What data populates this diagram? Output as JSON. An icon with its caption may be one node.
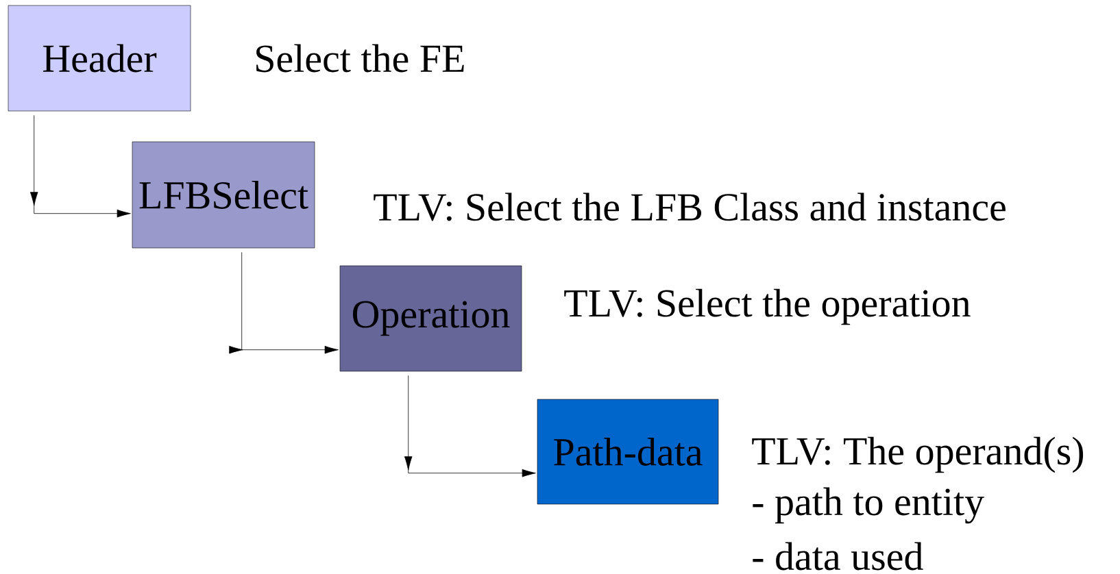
{
  "diagram": {
    "nodes": [
      {
        "text": [
          "Header"
        ],
        "beside": [
          "Select the FE"
        ]
      },
      {
        "text": [
          "LFBSelect"
        ],
        "beside": [
          "TLV: Select the LFB Class and instance"
        ]
      },
      {
        "text": [
          "Operation"
        ],
        "beside": [
          "TLV: Select the operation"
        ]
      },
      {
        "text": [
          "Path-data"
        ],
        "beside": [
          "TLV: The operand(s)",
          "- path to entity",
          "- data used"
        ]
      }
    ],
    "edges": [
      {
        "from": 0,
        "to": 1,
        "arrow": "to"
      },
      {
        "from": 1,
        "to": 2,
        "arrow": "to"
      },
      {
        "from": 2,
        "to": 3,
        "arrow": "to"
      }
    ]
  }
}
